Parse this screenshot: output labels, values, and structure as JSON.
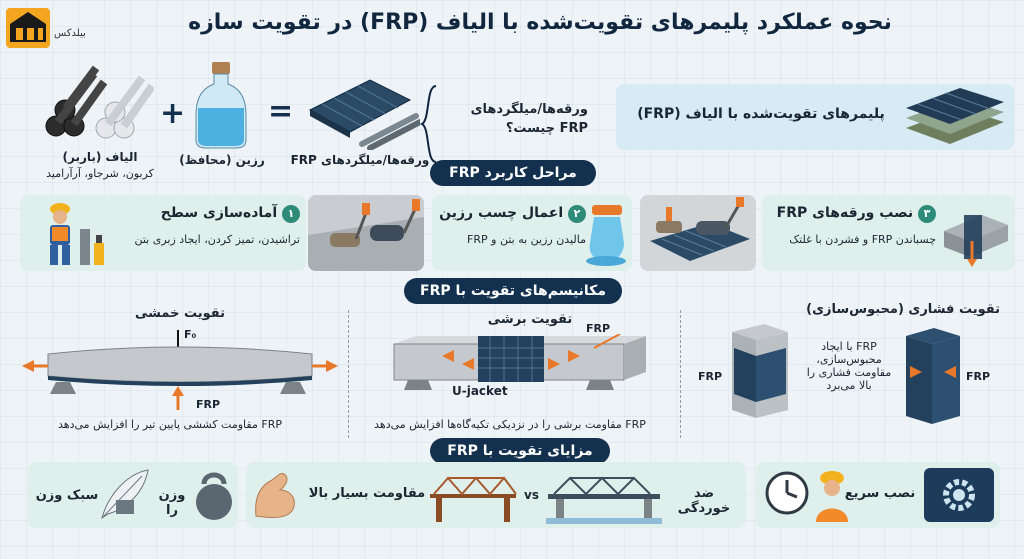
{
  "header": {
    "title": "نحوه عملکرد پلیمرهای تقویت‌شده با الیاف (FRP) در تقویت سازه",
    "logo_text": "بیلدکس"
  },
  "intro": {
    "fiber_label": "الیاف (باربر)",
    "fiber_sub": "کربون، شرجاو، آرآرامید",
    "resin_label": "رزین (محافظ)",
    "sheet_label": "ورقه‌ها/میلگردهای FRP",
    "question": "ورقه‌ها/میلگردهای FRP چیست؟",
    "definition": "پلیمرهای تقویت‌شده با الیاف (FRP)",
    "plus": "+",
    "equals": "="
  },
  "steps": {
    "heading": "مراحل کاربرد FRP",
    "items": [
      {
        "num": "۱",
        "title": "آماده‌سازی سطح",
        "desc": "تراشیدن، تمیز کردن، ایجاد زبری بتن"
      },
      {
        "num": "۲",
        "title": "اعمال چسب رزین",
        "desc": "مالیدن رزین به بتن و FRP"
      },
      {
        "num": "۳",
        "title": "نصب ورقه‌های FRP",
        "desc": "چسباندن FRP و فشردن با غلتک"
      }
    ]
  },
  "mechanisms": {
    "heading": "مکانیسم‌های تقویت با FRP",
    "flexural": {
      "title": "تقویت خمشی",
      "force": "F₀",
      "frp": "FRP",
      "caption": "FRP مقاومت کششی پایین تیر را افزایش می‌دهد"
    },
    "shear": {
      "title": "تقویت برشی",
      "frp": "FRP",
      "jacket": "U-jacket",
      "caption": "FRP مقاومت برشی را در نزدیکی تکیه‌گاه‌ها افزایش می‌دهد"
    },
    "compressive": {
      "title": "تقویت فشاری (محبوس‌سازی)",
      "frp_left": "FRP",
      "frp_right": "FRP",
      "caption": "FRP با ایجاد محبوس‌سازی، مقاومت فشاری را بالا می‌برد"
    }
  },
  "benefits": {
    "heading": "مزایای تقویت با FRP",
    "light": "سبک وزن",
    "weight": "وزن را",
    "strength": "مقاومت بسیار بالا",
    "vs": "vs",
    "corrosion": "ضد خوردگی",
    "fast": "نصب سریع"
  },
  "colors": {
    "navy": "#13304f",
    "teal": "#2e8b7a",
    "orange": "#e8782a",
    "card": "#dff0ec"
  }
}
